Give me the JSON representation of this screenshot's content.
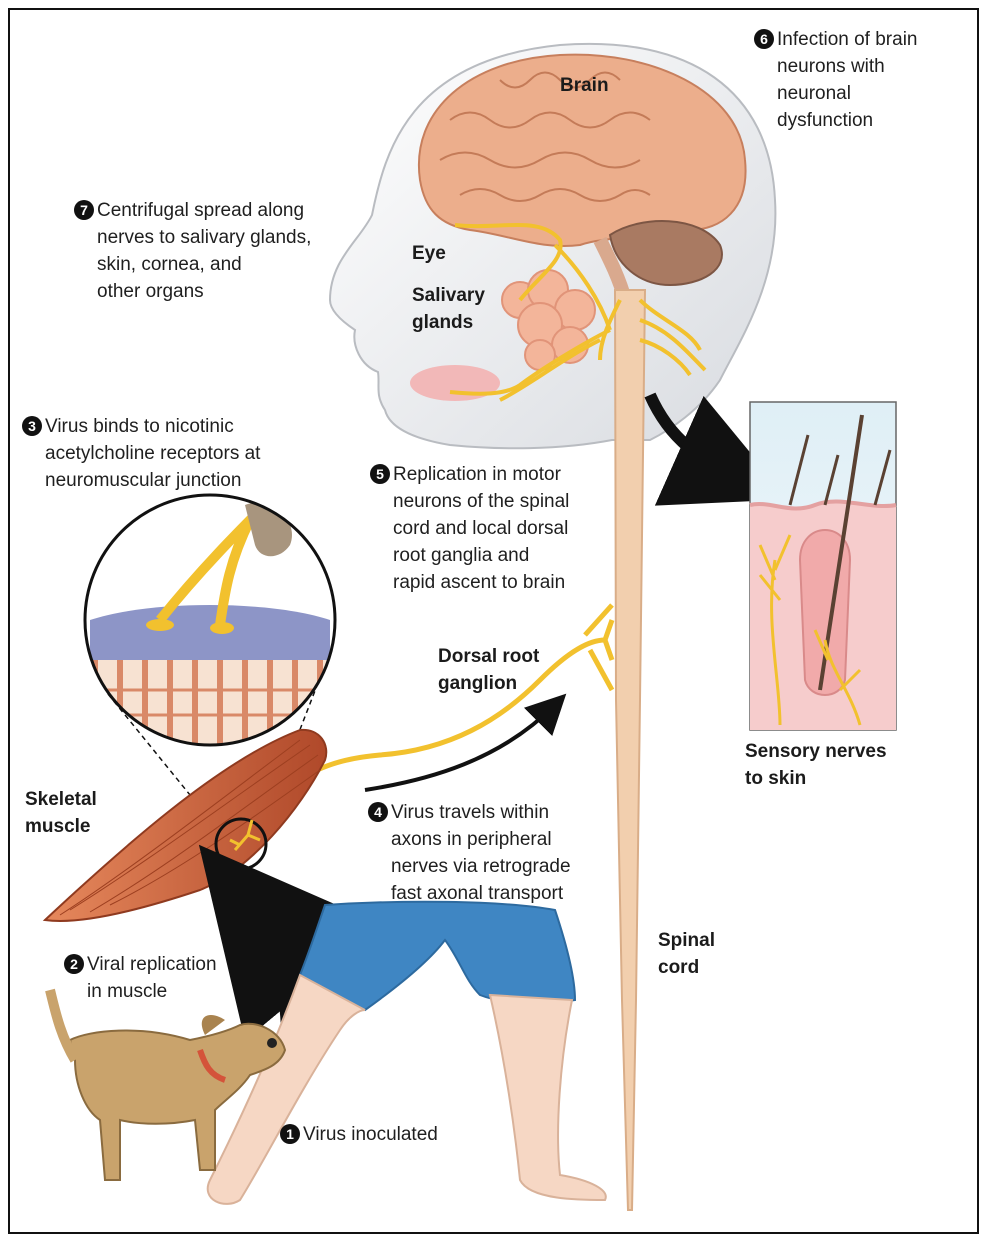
{
  "steps": [
    {
      "num": "1",
      "text": "Virus inoculated"
    },
    {
      "num": "2",
      "text": "Viral replication\nin muscle"
    },
    {
      "num": "3",
      "text": "Virus binds to nicotinic\nacetylcholine receptors at\nneuromuscular junction"
    },
    {
      "num": "4",
      "text": "Virus travels within\naxons in peripheral\nnerves via retrograde\nfast axonal transport"
    },
    {
      "num": "5",
      "text": "Replication in motor\nneurons of the spinal\ncord and local dorsal\nroot ganglia and\nrapid ascent to brain"
    },
    {
      "num": "6",
      "text": "Infection of brain\nneurons with\nneuronal\ndysfunction"
    },
    {
      "num": "7",
      "text": "Centrifugal spread along\nnerves to salivary glands,\nskin, cornea, and\nother organs"
    }
  ],
  "labels": {
    "brain": "Brain",
    "eye": "Eye",
    "salivary_glands": "Salivary\nglands",
    "dorsal_root_ganglion": "Dorsal root\nganglion",
    "skeletal_muscle": "Skeletal\nmuscle",
    "spinal_cord": "Spinal\ncord",
    "sensory_nerves": "Sensory nerves\nto skin"
  },
  "colors": {
    "nerve": "#f2c12e",
    "skin": "#f5dfcd",
    "brain": "#e9a888",
    "muscle": "#c65a2e",
    "shorts": "#3f86c3",
    "dog": "#c9a36c",
    "arrow": "#111111",
    "gland": "#f3b59a",
    "spinal_cord": "#f2cfae"
  }
}
